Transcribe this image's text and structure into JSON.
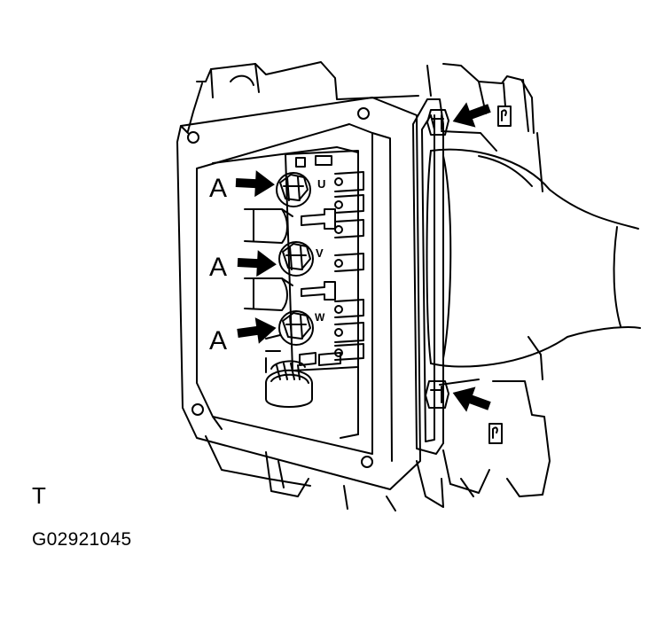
{
  "labels": {
    "bolt_label": "A",
    "terminal_u": "U",
    "terminal_v": "V",
    "terminal_w": "W",
    "view_letter": "T",
    "figure_code": "G02921045"
  },
  "icons": {
    "arrow": "solid-arrow-icon",
    "bolt": "hex-bolt-icon"
  },
  "colors": {
    "ink": "#000000",
    "paper": "#ffffff"
  }
}
